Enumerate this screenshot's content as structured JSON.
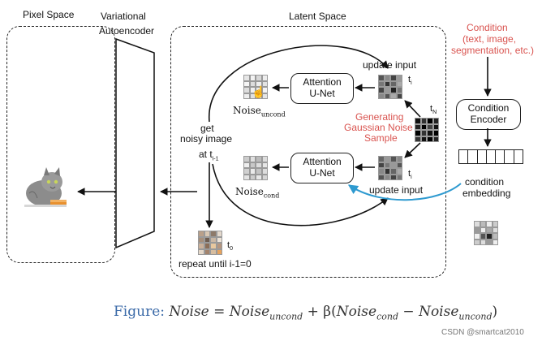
{
  "pixel_space": {
    "title": "Pixel Space"
  },
  "vae": {
    "title_line1": "Variational",
    "title_line2": "Autoencoder"
  },
  "latent_space": {
    "title": "Latent Space",
    "attention_unet_label_1": "Attention",
    "attention_unet_label_2": "U-Net",
    "noise_uncond_main": "Noise",
    "noise_uncond_sub": "uncond",
    "noise_cond_main": "Noise",
    "noise_cond_sub": "cond",
    "update_input": "update input",
    "t_i": "t",
    "t_i_sub": "i",
    "t_n": "t",
    "t_n_sub": "N",
    "t_0": "t",
    "t_0_sub": "0",
    "generating_line1": "Generating",
    "generating_line2": "Gaussian Noise",
    "generating_line3": "Sample",
    "get_noisy_line1": "get",
    "get_noisy_line2": "noisy image",
    "get_noisy_line3": "at t",
    "get_noisy_sub": "i-1",
    "repeat_until": "repeat until i-1=0"
  },
  "condition": {
    "title_line1": "Condition",
    "title_line2": "(text, image,",
    "title_line3": "segmentation, etc.)",
    "encoder_line1": "Condition",
    "encoder_line2": "Encoder",
    "embedding_line1": "condition",
    "embedding_line2": "embedding"
  },
  "caption": {
    "prefix": "Figure:",
    "formula_lhs": "Noise",
    "formula_eq": " = ",
    "t1": "Noise",
    "t1_sub": "uncond",
    "plus": " + β(",
    "t2": "Noise",
    "t2_sub": "cond",
    "minus": " − ",
    "t3": "Noise",
    "t3_sub": "uncond",
    "close": ")"
  },
  "watermark": "CSDN @smartcat2010",
  "colors": {
    "condition_text": "#d9534f",
    "feedback_arrow": "#2e9ad0",
    "caption_prefix": "#3b6aa8"
  },
  "icons": {
    "cat_image": "cat-photo",
    "cursor": "hand-cursor-icon"
  }
}
